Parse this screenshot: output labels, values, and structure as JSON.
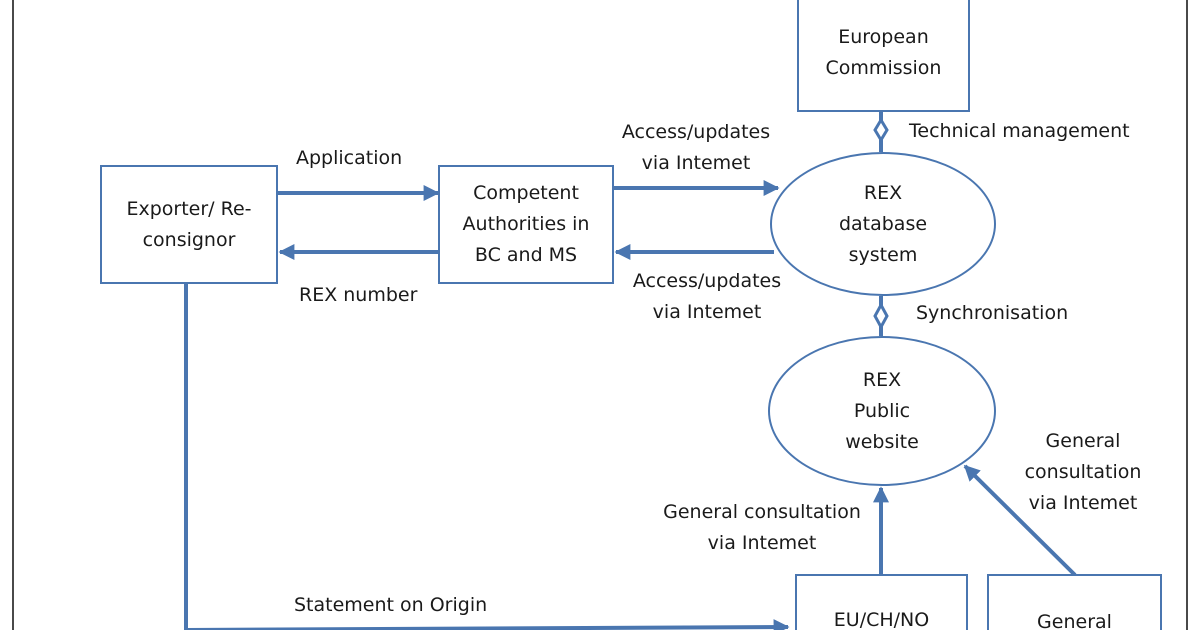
{
  "nodes": {
    "european_commission": "European\nCommission",
    "exporter": "Exporter/ Re-\nconsignor",
    "competent_authorities": "Competent\nAuthorities in\nBC and MS",
    "rex_database": "REX\ndatabase\nsystem",
    "rex_public_website": "REX\nPublic\nwebsite",
    "eu_ch_no": "EU/CH/NO",
    "general": "General"
  },
  "edges": {
    "application": "Application",
    "rex_number": "REX number",
    "access_updates_top": "Access/updates\nvia Intemet",
    "access_updates_bottom": "Access/updates\nvia Intemet",
    "technical_management": "Technical management",
    "synchronisation": "Synchronisation",
    "general_consultation_left": "General consultation\nvia Intemet",
    "general_consultation_right": "General\nconsultation\nvia Intemet",
    "statement_on_origin": "Statement on Origin"
  },
  "colors": {
    "line": "#4a76b0",
    "text": "#1a1a1a",
    "background": "#ffffff"
  }
}
